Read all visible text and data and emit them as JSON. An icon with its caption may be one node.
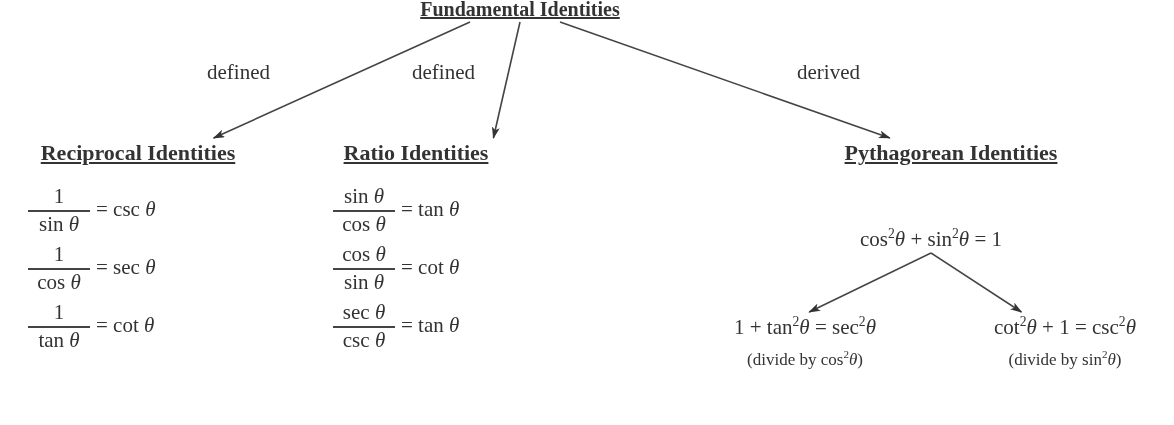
{
  "diagram": {
    "nodes": [
      {
        "text": [
          "Fundamental Identities"
        ]
      },
      {
        "text": [
          "Reciprocal Identities"
        ]
      },
      {
        "text": [
          "Ratio Identities"
        ]
      },
      {
        "text": [
          "Pythagorean Identities"
        ]
      },
      {
        "text": [
          "cos$^{2}$*θ* + sin$^{2}$*θ* = 1"
        ]
      },
      {
        "text": [
          "1 + tan$^{2}$*θ* = sec$^{2}$*θ*"
        ],
        "beside": [
          "(divide by cos$^{2}$*θ*)"
        ]
      },
      {
        "text": [
          "cot$^{2}$*θ* + 1 = csc$^{2}$*θ*"
        ],
        "beside": [
          "(divide by sin$^{2}$*θ*)"
        ]
      }
    ],
    "edges": [
      {
        "from": 0,
        "to": 1,
        "arrow": "to",
        "label": "defined"
      },
      {
        "from": 0,
        "to": 2,
        "arrow": "to",
        "label": "defined"
      },
      {
        "from": 0,
        "to": 3,
        "arrow": "to",
        "label": "derived"
      },
      {
        "from": 4,
        "to": 5,
        "arrow": "to"
      },
      {
        "from": 4,
        "to": 6,
        "arrow": "to"
      }
    ],
    "labels": [
      "1",
      "sin *θ*",
      "= csc *θ*",
      "sin *θ*",
      "cos *θ*",
      "= tan *θ*",
      "1",
      "cos *θ*",
      "= sec *θ*",
      "cos *θ*",
      "sin *θ*",
      "= cot *θ*",
      "1",
      "tan *θ*",
      "= cot *θ*",
      "sec *θ*",
      "csc *θ*",
      "= tan *θ*"
    ]
  }
}
